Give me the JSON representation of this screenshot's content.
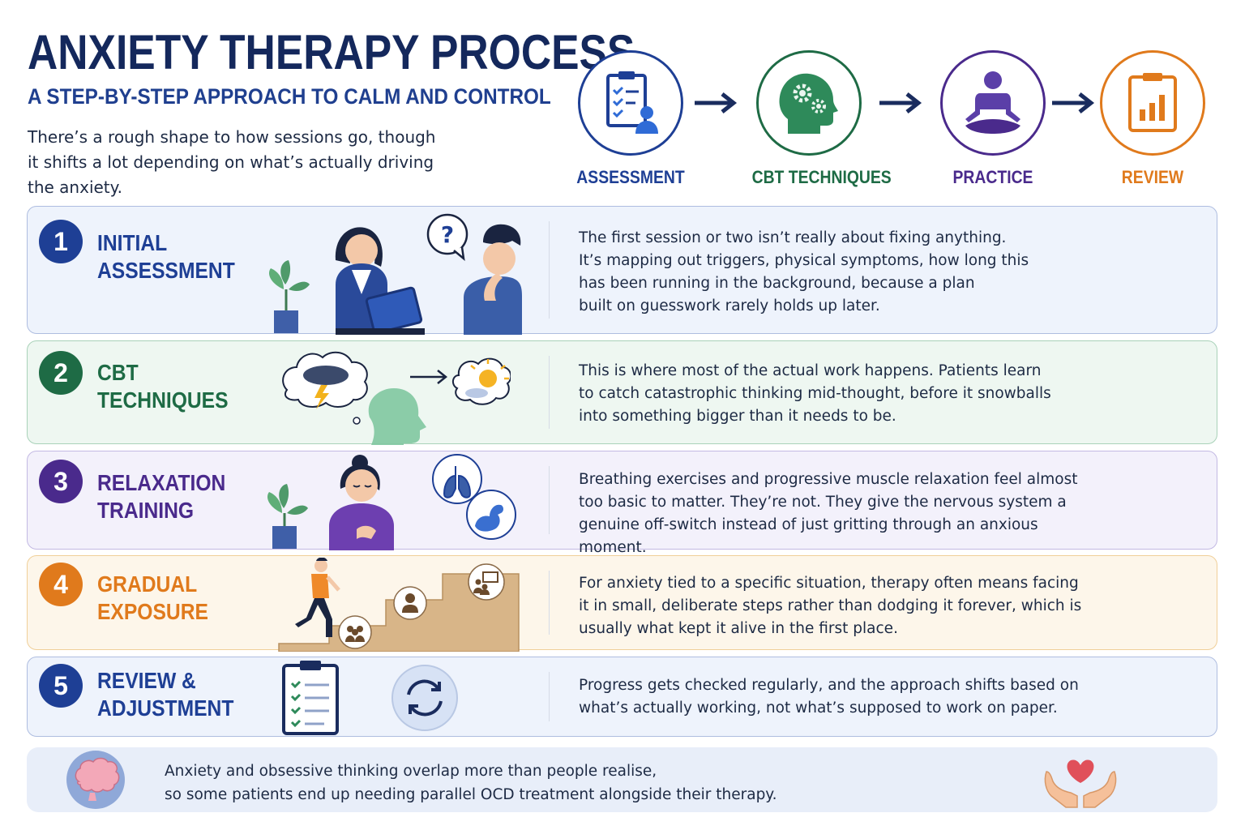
{
  "header": {
    "title": "ANXIETY THERAPY PROCESS",
    "subtitle": "A STEP-BY-STEP APPROACH TO CALM AND CONTROL",
    "intro": "There’s a rough shape to how sessions go, though it shifts a lot depending on what’s actually driving the anxiety."
  },
  "flow": [
    {
      "label": "ASSESSMENT",
      "icon": "clipboard-person-icon",
      "color": "#1e3f95"
    },
    {
      "label": "CBT TECHNIQUES",
      "icon": "head-gears-icon",
      "color": "#1e6b45"
    },
    {
      "label": "PRACTICE",
      "icon": "meditation-icon",
      "color": "#4a2a8c"
    },
    {
      "label": "REVIEW",
      "icon": "clipboard-chart-icon",
      "color": "#e07a1c"
    }
  ],
  "steps": [
    {
      "number": "1",
      "heading": "INITIAL\nASSESSMENT",
      "body": "The first session or two isn’t really about fixing anything.\nIt’s mapping out triggers, physical symptoms, how long this\nhas been running in the background, because a plan\nbuilt on guesswork rarely holds up later.",
      "color": "#1e3f95",
      "bg": "#eef3fc",
      "border": "#aebde0",
      "art_icon": "therapist-patient-icon",
      "bubble": "?"
    },
    {
      "number": "2",
      "heading": "CBT\nTECHNIQUES",
      "body": "This is where most of the actual work happens. Patients learn\nto catch catastrophic thinking mid-thought, before it snowballs\ninto something bigger than it needs to be.",
      "color": "#1e6b45",
      "bg": "#eef7f1",
      "border": "#a9d2b9",
      "art_icon": "storm-to-sun-icon"
    },
    {
      "number": "3",
      "heading": "RELAXATION\nTRAINING",
      "body": "Breathing exercises and progressive muscle relaxation feel almost\ntoo basic to matter. They’re not. They give the nervous system a\ngenuine off-switch instead of just gritting through an anxious moment.",
      "color": "#4a2a8c",
      "bg": "#f3f1fb",
      "border": "#c3b9e3",
      "art_icon": "breathing-woman-icon"
    },
    {
      "number": "4",
      "heading": "GRADUAL\nEXPOSURE",
      "body": "For anxiety tied to a specific situation, therapy often means facing\nit in small, deliberate steps rather than dodging it forever, which is\nusually what kept it alive in the first place.",
      "color": "#e07a1c",
      "bg": "#fdf6ea",
      "border": "#f0cf98",
      "art_icon": "stairs-climb-icon"
    },
    {
      "number": "5",
      "heading": "REVIEW &\nADJUSTMENT",
      "body": "Progress gets checked regularly, and the approach shifts based on\nwhat’s actually working, not what’s supposed to work on paper.",
      "color": "#1e3f95",
      "bg": "#eef3fc",
      "border": "#aebde0",
      "art_icon": "clipboard-refresh-icon"
    }
  ],
  "footer": {
    "text": "Anxiety and obsessive thinking overlap more than people realise,\nso some patients end up needing parallel OCD treatment alongside their therapy.",
    "left_icon": "brain-icon",
    "right_icon": "heart-hands-icon"
  }
}
